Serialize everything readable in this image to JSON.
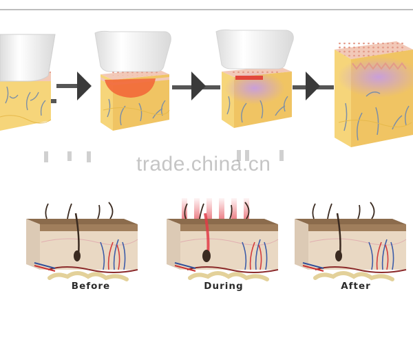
{
  "diagram": {
    "stages": [
      "Before",
      "During",
      "After"
    ],
    "watermark": "trade.china.cn",
    "colors": {
      "epidermis_pink": "#f2c9b8",
      "fat_yellow": "#f6d57a",
      "heat_orange": "#f26a3a",
      "heat_purple": "#cba7e3",
      "arrow_dark": "#3a3a3a",
      "laser_red": "#e23b46",
      "skin_tan": "#e9d8c3",
      "hair_dark": "#3a2a20"
    }
  }
}
